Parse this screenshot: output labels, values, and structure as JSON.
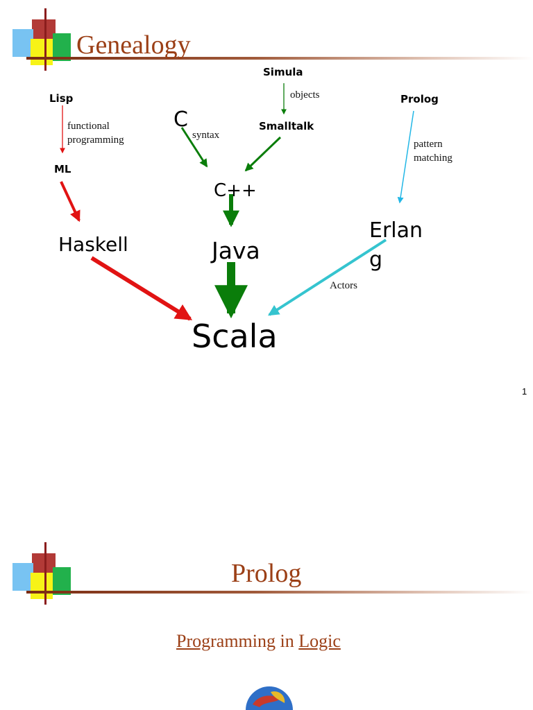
{
  "slide1": {
    "title": "Genealogy",
    "nodes": {
      "simula": "Simula",
      "lisp": "Lisp",
      "prolog": "Prolog",
      "c": "C",
      "smalltalk": "Smalltalk",
      "ml": "ML",
      "cpp": "C++",
      "haskell": "Haskell",
      "java": "Java",
      "erlang_line1": "Erlan",
      "erlang_line2": "g",
      "scala": "Scala"
    },
    "edge_labels": {
      "objects": "objects",
      "functional_line1": "functional",
      "functional_line2": "programming",
      "syntax": "syntax",
      "pattern_line1": "pattern",
      "pattern_line2": "matching",
      "actors": "Actors"
    },
    "page_number": "1",
    "colors": {
      "red": "#e11313",
      "green": "#0a7d0a",
      "cyan": "#35c4cf",
      "light_blue": "#22b7e6",
      "title": "#9b3f16"
    }
  },
  "slide2": {
    "title": "Prolog",
    "subtitle_parts": [
      "Prog",
      "ramming in ",
      "Logic"
    ]
  }
}
